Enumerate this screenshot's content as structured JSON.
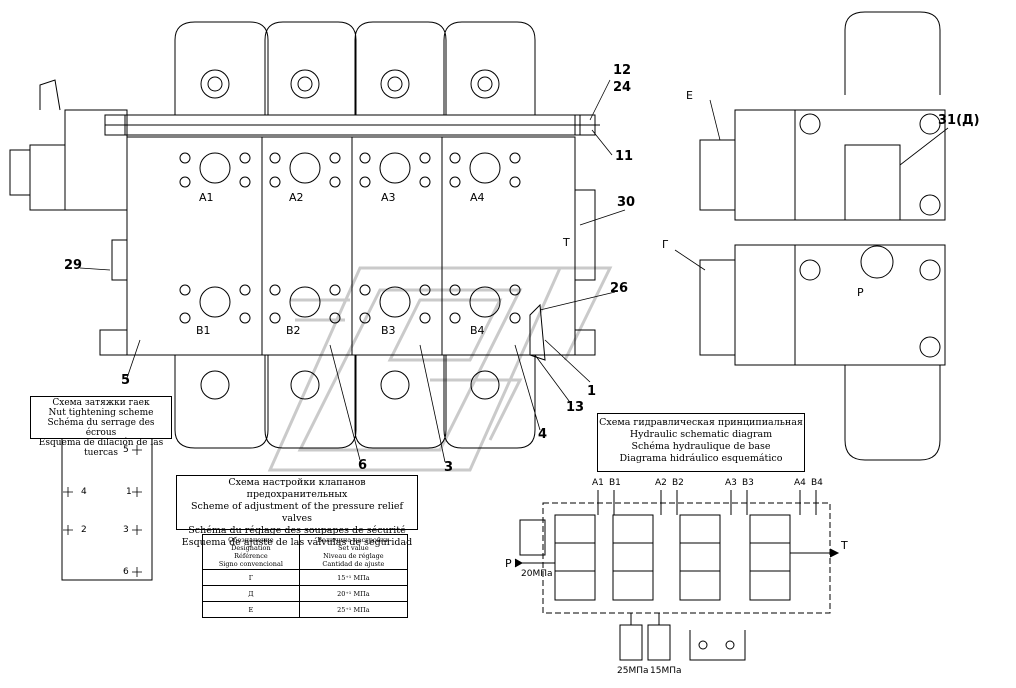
{
  "ports_left": {
    "a": [
      "A1",
      "A2",
      "A3",
      "A4"
    ],
    "b": [
      "B1",
      "B2",
      "B3",
      "B4"
    ]
  },
  "port_t": "T",
  "port_p": "P",
  "callouts": {
    "c12": "12",
    "c24": "24",
    "c11": "11",
    "c30": "30",
    "c29": "29",
    "c26": "26",
    "c5": "5",
    "c1": "1",
    "c13": "13",
    "c4": "4",
    "c6": "6",
    "c3": "3",
    "c31": "31(Д)",
    "cE": "Е",
    "cG": "Г"
  },
  "nut_scheme": {
    "title_ru": "Схема затяжки гаек",
    "title_en": "Nut tightening scheme",
    "title_fr": "Schéma du serrage des écrous",
    "title_es": "Esquema de dilación de las tuercas",
    "nuts": [
      "1",
      "2",
      "3",
      "4",
      "5",
      "6"
    ]
  },
  "relief_scheme": {
    "title_ru": "Схема настройки клапанов предохранительных",
    "title_en": "Scheme of adjustment of the pressure relief valves",
    "title_fr": "Schéma du réglage des soupapes de sécurité",
    "title_es": "Esquema de ajuste de las válvulas de seguridad",
    "col1_header": "Обозначение\nDesignation\nRéférence\nSigno convencional",
    "col2_header": "Величина настройки\nSet value\nNiveau de réglage\nCantidad de ajuste",
    "rows": [
      {
        "designation": "Г",
        "value": "15⁺¹ МПа"
      },
      {
        "designation": "Д",
        "value": "20⁺¹ МПа"
      },
      {
        "designation": "Е",
        "value": "25⁺¹ МПа"
      }
    ]
  },
  "hydraulic": {
    "title_ru": "Схема гидравлическая принципиальная",
    "title_en": "Hydraulic schematic diagram",
    "title_fr": "Schéma hydraulique de base",
    "title_es": "Diagrama hidráulico esquemático",
    "ports": [
      "A1",
      "B1",
      "A2",
      "B2",
      "A3",
      "B3",
      "A4",
      "B4"
    ],
    "p_label": "P",
    "t_label": "T",
    "pressures": [
      "20МПа",
      "25МПа",
      "15МПа"
    ]
  }
}
